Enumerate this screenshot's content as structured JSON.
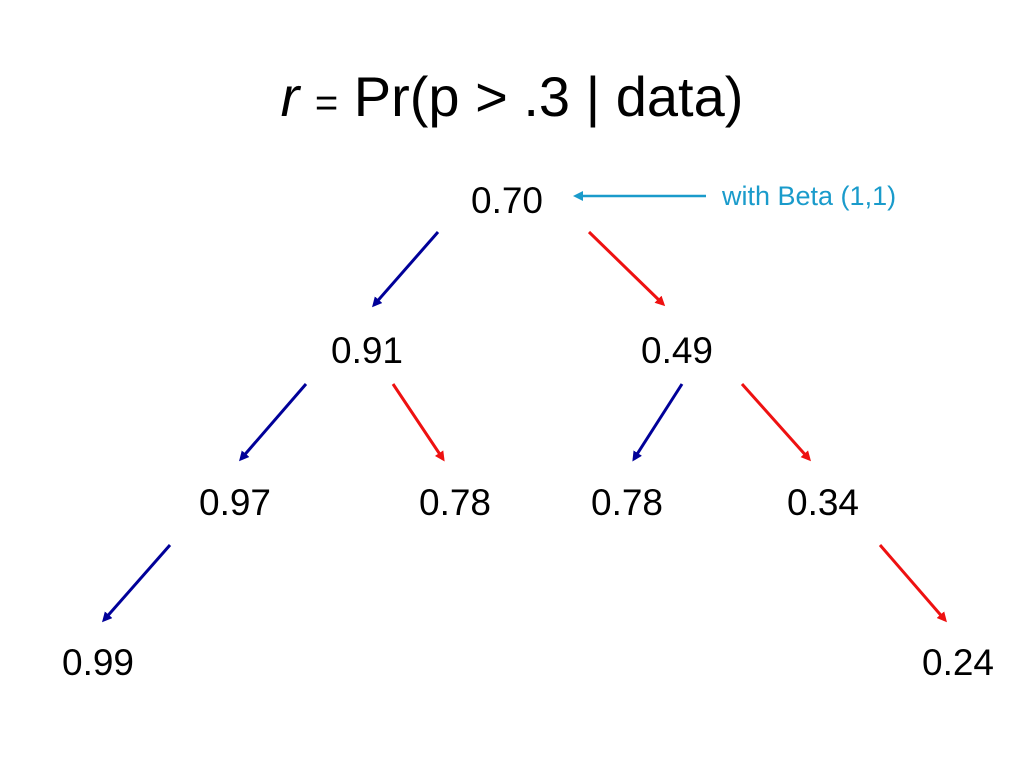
{
  "title": {
    "variable": "r",
    "equals": "=",
    "expression": "Pr(p > .3 | data)"
  },
  "annotation": {
    "text": "with Beta (1,1)",
    "color": "#1a9bcb"
  },
  "colors": {
    "left_branch": "#000099",
    "right_branch": "#ee1111",
    "text": "#000000"
  },
  "tree": {
    "root": "0.70",
    "level1": {
      "left": "0.91",
      "right": "0.49"
    },
    "level2": {
      "left_left": "0.97",
      "left_right": "0.78",
      "right_left": "0.78",
      "right_right": "0.34"
    },
    "level3": {
      "left": "0.99",
      "right": "0.24"
    }
  }
}
